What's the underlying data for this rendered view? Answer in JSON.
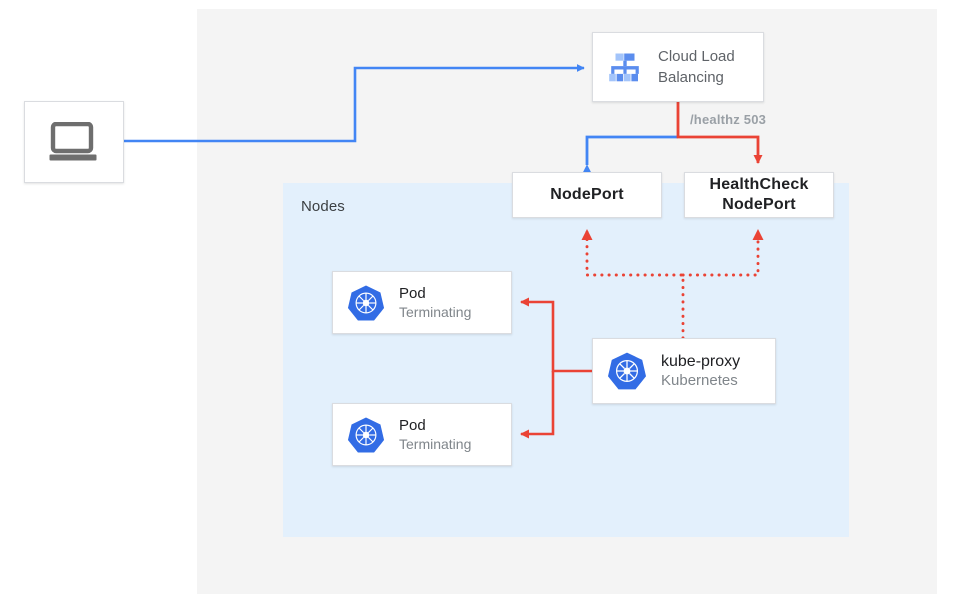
{
  "diagram": {
    "title": "Kubernetes external traffic policy health check flow",
    "region": {
      "nodes_label": "Nodes"
    },
    "colors": {
      "panel_bg": "#f4f4f4",
      "nodes_bg": "#e3f0fc",
      "card_bg": "#ffffff",
      "card_border": "#dadce0",
      "blue_flow": "#4285f4",
      "red_flow": "#ea4335",
      "k8s_blue": "#326ce5",
      "icon_blue_light": "#a3c4fa",
      "icon_blue": "#5b8dee",
      "text_primary": "#202124",
      "text_secondary": "#5f6368",
      "text_muted": "#80868b",
      "laptop_gray": "#6e6e6e"
    },
    "nodes": {
      "client": {
        "icon": "laptop-icon",
        "label": ""
      },
      "cloud_load_balancing": {
        "icon": "cloud-load-balancing-icon",
        "line1": "Cloud Load",
        "line2": "Balancing"
      },
      "nodeport": {
        "label": "NodePort"
      },
      "healthcheck_nodeport": {
        "line1": "HealthCheck",
        "line2": "NodePort"
      },
      "pod_1": {
        "icon": "kubernetes-logo-icon",
        "title": "Pod",
        "subtitle": "Terminating"
      },
      "pod_2": {
        "icon": "kubernetes-logo-icon",
        "title": "Pod",
        "subtitle": "Terminating"
      },
      "kube_proxy": {
        "icon": "kubernetes-logo-icon",
        "title": "kube-proxy",
        "subtitle": "Kubernetes"
      }
    },
    "edges": {
      "healthz_label": "/healthz 503",
      "client_to_lb": {
        "style": "solid",
        "color": "#4285f4"
      },
      "lb_to_nodeport": {
        "style": "solid",
        "color": "#4285f4"
      },
      "lb_to_healthcheck": {
        "style": "solid",
        "color": "#ea4335"
      },
      "kube_proxy_to_pods": {
        "style": "solid",
        "color": "#ea4335"
      },
      "kube_proxy_to_nodeports": {
        "style": "dotted",
        "color": "#ea4335"
      }
    }
  }
}
